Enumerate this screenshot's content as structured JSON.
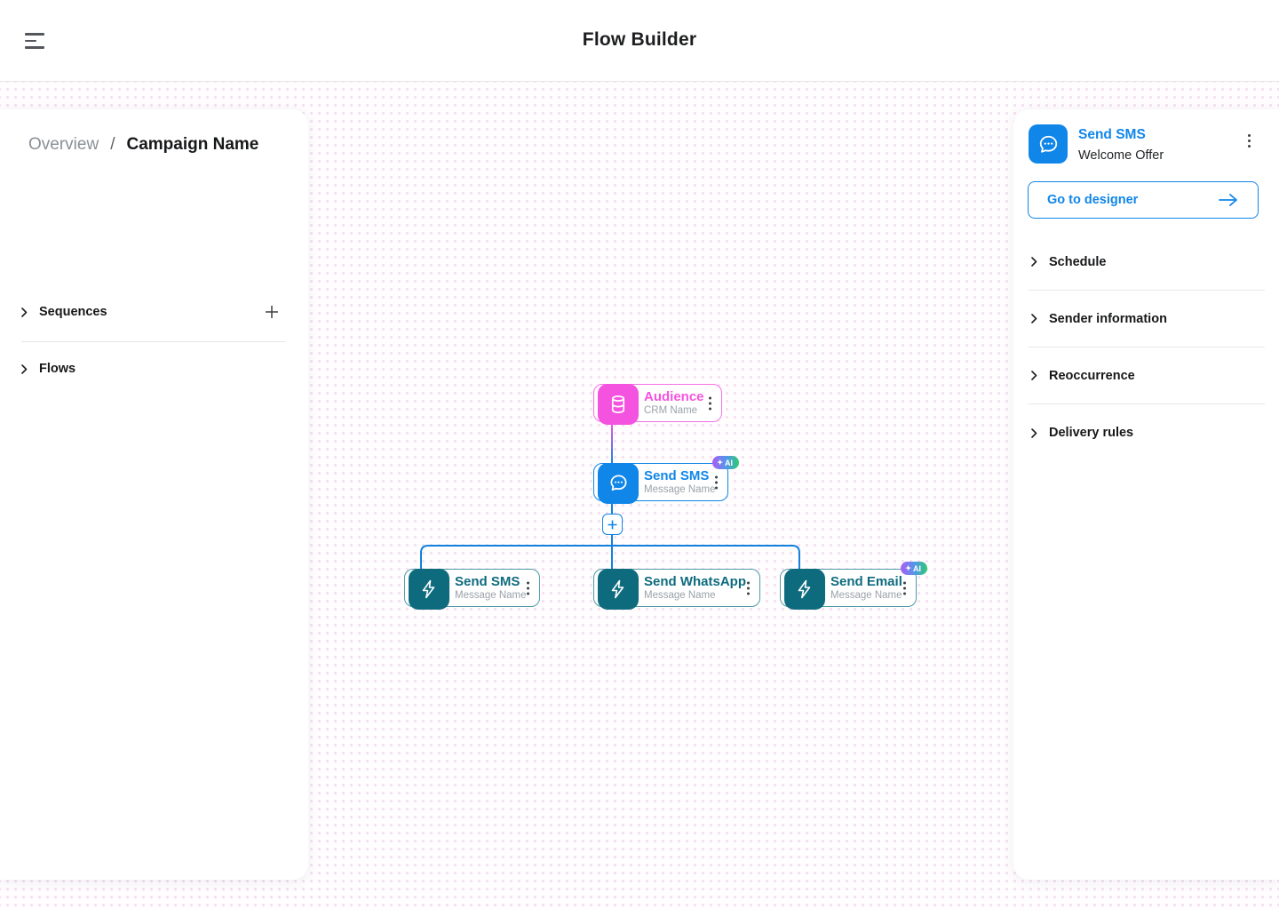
{
  "header": {
    "title": "Flow Builder"
  },
  "breadcrumb": {
    "section": "Overview",
    "separator": "/",
    "current": "Campaign Name"
  },
  "sidebar": {
    "sections": [
      {
        "label": "Sequences"
      },
      {
        "label": "Flows"
      }
    ]
  },
  "canvas": {
    "ai_badge": {
      "sparkle": "✦",
      "label": "AI"
    },
    "nodes": [
      {
        "title": "Audience",
        "subtitle": "CRM Name"
      },
      {
        "title": "Send SMS",
        "subtitle": "Message Name"
      },
      {
        "title": "Send SMS",
        "subtitle": "Message Name"
      },
      {
        "title": "Send WhatsApp",
        "subtitle": "Message Name"
      },
      {
        "title": "Send Email",
        "subtitle": "Message Name"
      }
    ]
  },
  "inspector": {
    "title": "Send SMS",
    "subtitle": "Welcome Offer",
    "action": {
      "label": "Go to designer"
    },
    "sections": [
      {
        "label": "Schedule"
      },
      {
        "label": "Sender information"
      },
      {
        "label": "Reoccurrence"
      },
      {
        "label": "Delivery rules"
      }
    ]
  },
  "colors": {
    "blue": "#1086e8",
    "pink": "#f453df",
    "teal": "#0e6b7e"
  }
}
